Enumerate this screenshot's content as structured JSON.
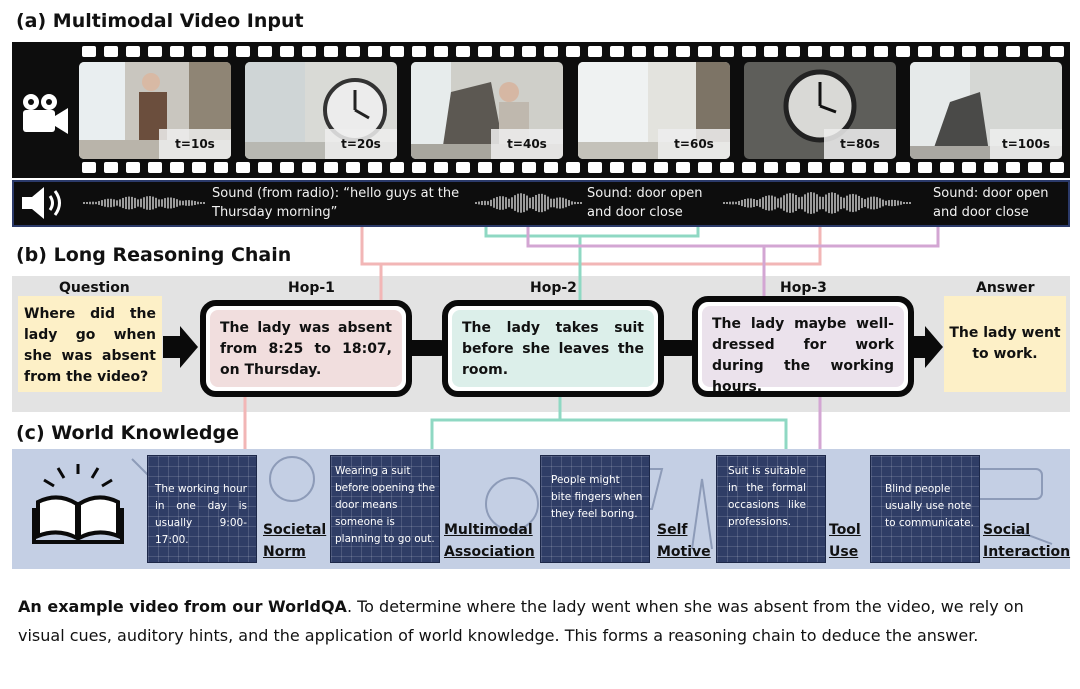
{
  "sections": {
    "a_title": "(a) Multimodal Video Input",
    "b_title": "(b) Long Reasoning Chain",
    "c_title": "(c) World Knowledge"
  },
  "video": {
    "frames": [
      "t=10s",
      "t=20s",
      "t=40s",
      "t=60s",
      "t=80s",
      "t=100s"
    ]
  },
  "audio": {
    "sound1_line1": "Sound (from radio): “hello guys at the",
    "sound1_line2": "Thursday morning”",
    "sound2_line1": "Sound: door open",
    "sound2_line2": "and door close",
    "sound3_line1": "Sound: door open",
    "sound3_line2": "and door close"
  },
  "chain": {
    "question_label": "Question",
    "question": "Where did the lady go when she was absent from the video?",
    "hop1_label": "Hop-1",
    "hop1": "The lady was absent from 8:25 to 18:07, on Thursday.",
    "hop2_label": "Hop-2",
    "hop2": "The lady takes suit before she leaves the room.",
    "hop3_label": "Hop-3",
    "hop3": "The lady maybe well-dressed for work during the working hours.",
    "answer_label": "Answer",
    "answer": "The lady went to work."
  },
  "knowledge": {
    "card1": "The working hour in one day is usually 9:00-17:00.",
    "label1_l1": "Societal",
    "label1_l2": "Norm",
    "card2": "Wearing a suit before opening the door means someone is planning to go out.",
    "label2_l1": "Multimodal",
    "label2_l2": "Association",
    "card3": "People might bite fingers when they feel boring.",
    "label3_l1": "Self",
    "label3_l2": "Motive",
    "card4": "Suit is suitable in the formal occasions like professions.",
    "label4_l1": "Tool",
    "label4_l2": "Use",
    "card5": "Blind people usually use note to communicate.",
    "label5_l1": "Social",
    "label5_l2": "Interaction"
  },
  "caption": {
    "bold": "An example video from our WorldQA",
    "rest": ". To determine where the lady went when she was absent from the video, we rely on visual cues, auditory hints, and the application of world knowledge. This forms a reasoning chain to deduce the answer."
  },
  "colors": {
    "hop1_fill": "#f1dede",
    "hop2_fill": "#dcefea",
    "hop3_fill": "#ebe2ec",
    "answer_fill": "#fdf0c7",
    "pink_line": "#f2b6b6",
    "green_line": "#8fd8c3",
    "purple_line": "#d3a6d3"
  }
}
